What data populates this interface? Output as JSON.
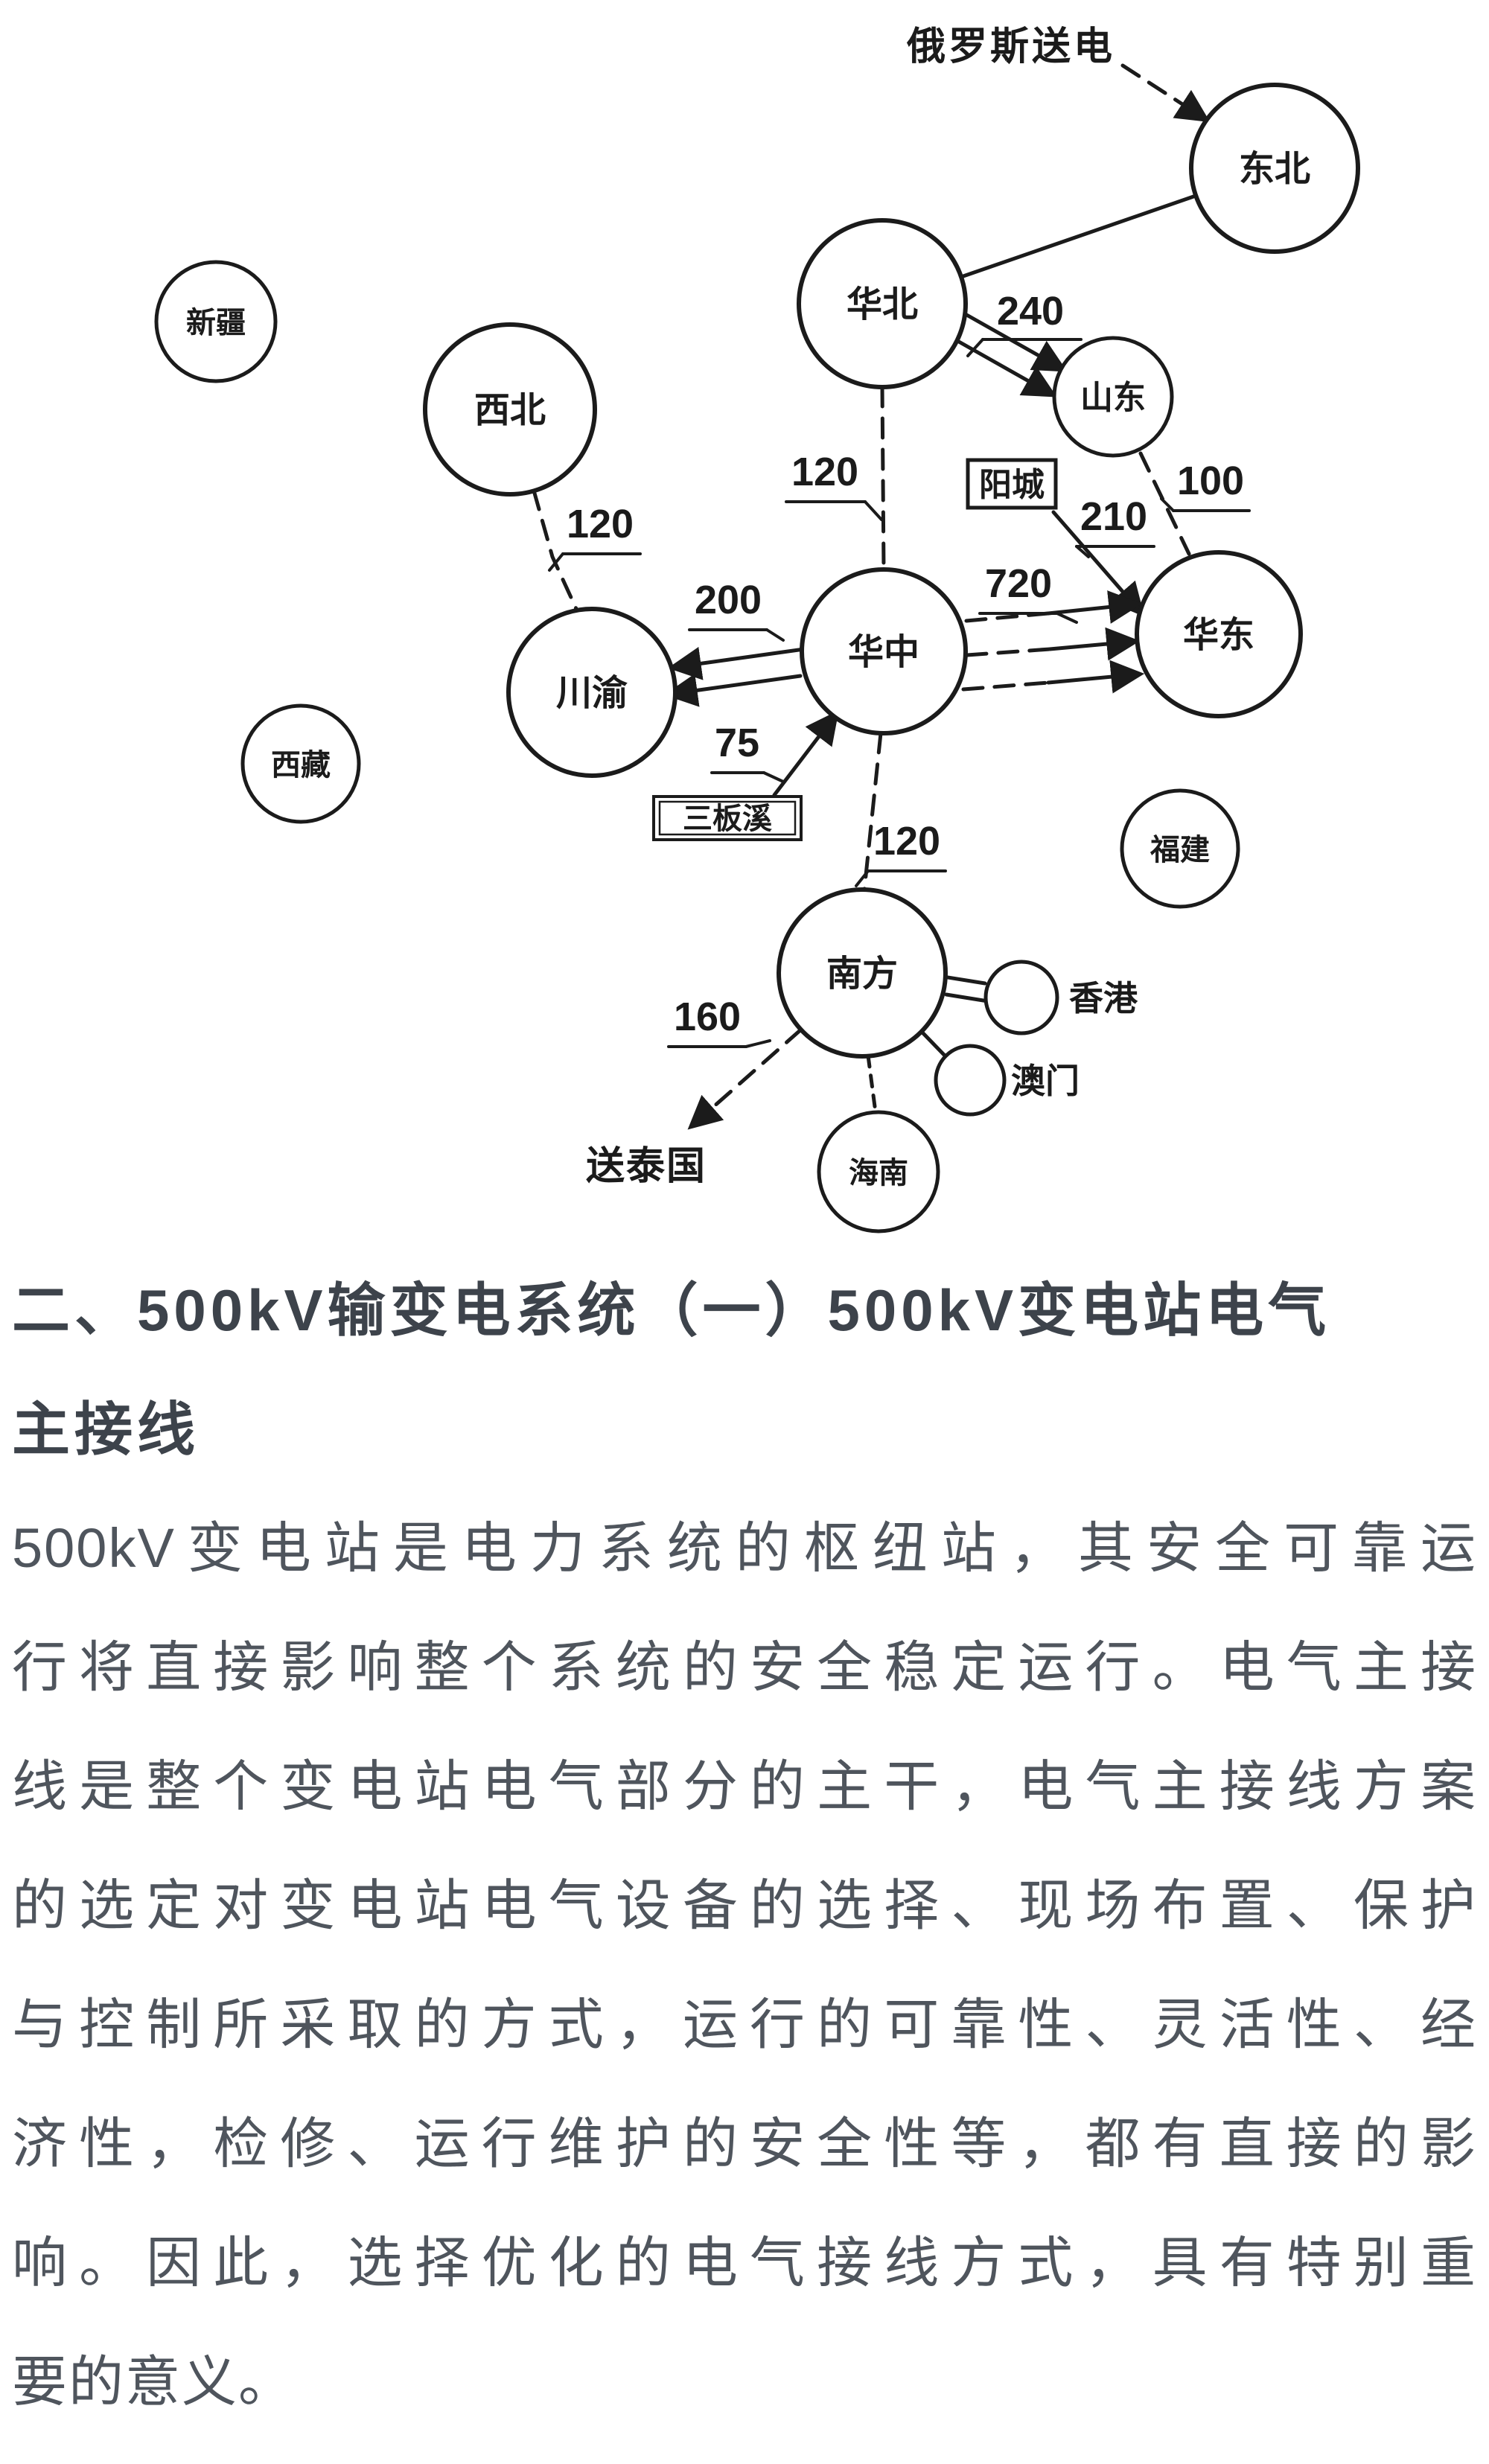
{
  "figure": {
    "external_sources": {
      "russia": "俄罗斯送电",
      "thailand": "送泰国"
    },
    "nodes": [
      {
        "id": "xinjiang",
        "label": "新疆"
      },
      {
        "id": "xibei",
        "label": "西北"
      },
      {
        "id": "dongbei",
        "label": "东北"
      },
      {
        "id": "huabei",
        "label": "华北"
      },
      {
        "id": "shandong",
        "label": "山东"
      },
      {
        "id": "chuanyu",
        "label": "川渝"
      },
      {
        "id": "huazhong",
        "label": "华中"
      },
      {
        "id": "huadong",
        "label": "华东"
      },
      {
        "id": "xizang",
        "label": "西藏"
      },
      {
        "id": "fujian",
        "label": "福建"
      },
      {
        "id": "nanfang",
        "label": "南方"
      },
      {
        "id": "hongkong",
        "label": "香港"
      },
      {
        "id": "aomen",
        "label": "澳门"
      },
      {
        "id": "hainan",
        "label": "海南"
      }
    ],
    "stations": [
      {
        "id": "yangcheng",
        "label": "阳城"
      },
      {
        "id": "sanbanxi",
        "label": "三板溪"
      }
    ],
    "flows": {
      "russia_dongbei": "",
      "huabei_shandong": "240",
      "huabei_huazhong": "120",
      "shandong_huadong": "100",
      "yangcheng_huadong": "210",
      "huazhong_huadong": "720",
      "xibei_chuanyu": "120",
      "huazhong_chuanyu": "200",
      "sanbanxi_huazhong": "75",
      "huazhong_nanfang": "120",
      "nanfang_thailand": "160"
    }
  },
  "article": {
    "heading_line1": "二、500kV输变电系统（一）500kV变电站电气",
    "heading_line2": "主接线",
    "paragraph_lines": [
      "500kV变电站是电力系统的枢纽站，其安全可靠运",
      "行将直接影响整个系统的安全稳定运行。电气主接",
      "线是整个变电站电气部分的主干，电气主接线方案",
      "的选定对变电站电气设备的选择、现场布置、保护",
      "与控制所采取的方式，运行的可靠性、灵活性、经",
      "济性，检修、运行维护的安全性等，都有直接的影",
      "响。因此，选择优化的电气接线方式，具有特别重",
      "要的意义。"
    ]
  },
  "colors": {
    "ink": "#1b1b1b",
    "heading": "#3d434b",
    "body": "#4f555d",
    "background": "#ffffff"
  }
}
